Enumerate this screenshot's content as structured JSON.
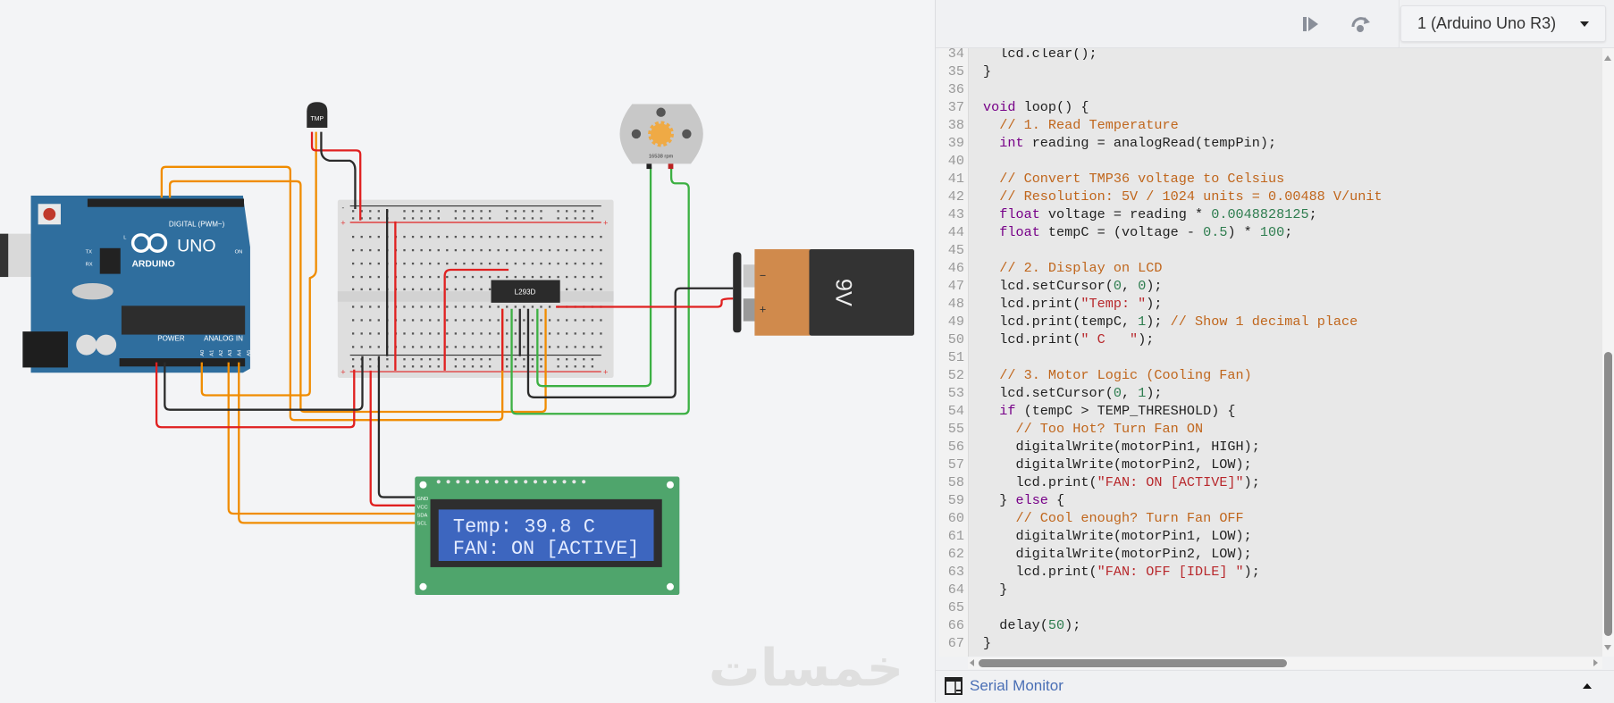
{
  "colors": {
    "canvas_bg": "#f3f4f6",
    "arduino_blue": "#2f6e9e",
    "lcd_green": "#4fa56c",
    "lcd_blue": "#3d66bf",
    "wire_orange": "#f08c00",
    "wire_red": "#e02020",
    "wire_black": "#2b2b2b",
    "wire_green": "#3cb043",
    "battery_orange": "#d08a4c"
  },
  "circuit": {
    "arduino": {
      "logo": "ARDUINO",
      "model": "UNO",
      "digital_label": "DIGITAL (PWM~)",
      "power_label": "POWER",
      "analog_label": "ANALOG IN",
      "on_label": "ON",
      "tx": "TX",
      "rx": "RX",
      "l": "L",
      "analog_pins": [
        "A0",
        "A1",
        "A2",
        "A3",
        "A4",
        "A5"
      ]
    },
    "sensor": {
      "label": "TMP"
    },
    "driver": {
      "label": "L293D"
    },
    "motor": {
      "rpm": "16538 rpm",
      "icon": "gear-icon"
    },
    "battery": {
      "voltage": "9V",
      "minus": "−",
      "plus": "+"
    },
    "breadboard": {
      "minus": "-",
      "plus": "+"
    },
    "lcd": {
      "line1": "Temp: 39.8 C",
      "line2": "FAN: ON [ACTIVE]",
      "pins": [
        "GND",
        "VCC",
        "SDA",
        "SCL"
      ]
    },
    "watermark": "خمسات"
  },
  "toolbar": {
    "step_icon": "step-forward-icon",
    "restart_icon": "restart-icon",
    "device": "1 (Arduino Uno R3)"
  },
  "code": {
    "lines": [
      {
        "n": "34",
        "t": [
          [
            "p",
            "  lcd.clear();"
          ]
        ]
      },
      {
        "n": "35",
        "t": [
          [
            "p",
            "}"
          ]
        ]
      },
      {
        "n": "36",
        "t": []
      },
      {
        "n": "37",
        "t": [
          [
            "k",
            "void"
          ],
          [
            "p",
            " loop() {"
          ]
        ]
      },
      {
        "n": "38",
        "t": [
          [
            "p",
            "  "
          ],
          [
            "c",
            "// 1. Read Temperature"
          ]
        ]
      },
      {
        "n": "39",
        "t": [
          [
            "p",
            "  "
          ],
          [
            "k",
            "int"
          ],
          [
            "p",
            " reading = analogRead(tempPin);"
          ]
        ]
      },
      {
        "n": "40",
        "t": []
      },
      {
        "n": "41",
        "t": [
          [
            "p",
            "  "
          ],
          [
            "c",
            "// Convert TMP36 voltage to Celsius"
          ]
        ]
      },
      {
        "n": "42",
        "t": [
          [
            "p",
            "  "
          ],
          [
            "c",
            "// Resolution: 5V / 1024 units = 0.00488 V/unit"
          ]
        ]
      },
      {
        "n": "43",
        "t": [
          [
            "p",
            "  "
          ],
          [
            "k",
            "float"
          ],
          [
            "p",
            " voltage = reading * "
          ],
          [
            "n",
            "0.0048828125"
          ],
          [
            "p",
            ";"
          ]
        ]
      },
      {
        "n": "44",
        "t": [
          [
            "p",
            "  "
          ],
          [
            "k",
            "float"
          ],
          [
            "p",
            " tempC = (voltage - "
          ],
          [
            "n",
            "0.5"
          ],
          [
            "p",
            ") * "
          ],
          [
            "n",
            "100"
          ],
          [
            "p",
            ";"
          ]
        ]
      },
      {
        "n": "45",
        "t": []
      },
      {
        "n": "46",
        "t": [
          [
            "p",
            "  "
          ],
          [
            "c",
            "// 2. Display on LCD"
          ]
        ]
      },
      {
        "n": "47",
        "t": [
          [
            "p",
            "  lcd.setCursor("
          ],
          [
            "n",
            "0"
          ],
          [
            "p",
            ", "
          ],
          [
            "n",
            "0"
          ],
          [
            "p",
            ");"
          ]
        ]
      },
      {
        "n": "48",
        "t": [
          [
            "p",
            "  lcd.print("
          ],
          [
            "s",
            "\"Temp: \""
          ],
          [
            "p",
            ");"
          ]
        ]
      },
      {
        "n": "49",
        "t": [
          [
            "p",
            "  lcd.print(tempC, "
          ],
          [
            "n",
            "1"
          ],
          [
            "p",
            "); "
          ],
          [
            "c",
            "// Show 1 decimal place"
          ]
        ]
      },
      {
        "n": "50",
        "t": [
          [
            "p",
            "  lcd.print("
          ],
          [
            "s",
            "\" C   \""
          ],
          [
            "p",
            ");"
          ]
        ]
      },
      {
        "n": "51",
        "t": []
      },
      {
        "n": "52",
        "t": [
          [
            "p",
            "  "
          ],
          [
            "c",
            "// 3. Motor Logic (Cooling Fan)"
          ]
        ]
      },
      {
        "n": "53",
        "t": [
          [
            "p",
            "  lcd.setCursor("
          ],
          [
            "n",
            "0"
          ],
          [
            "p",
            ", "
          ],
          [
            "n",
            "1"
          ],
          [
            "p",
            ");"
          ]
        ]
      },
      {
        "n": "54",
        "t": [
          [
            "p",
            "  "
          ],
          [
            "k",
            "if"
          ],
          [
            "p",
            " (tempC > TEMP_THRESHOLD) {"
          ]
        ]
      },
      {
        "n": "55",
        "t": [
          [
            "p",
            "    "
          ],
          [
            "c",
            "// Too Hot? Turn Fan ON"
          ]
        ]
      },
      {
        "n": "56",
        "t": [
          [
            "p",
            "    digitalWrite(motorPin1, HIGH);"
          ]
        ]
      },
      {
        "n": "57",
        "t": [
          [
            "p",
            "    digitalWrite(motorPin2, LOW);"
          ]
        ]
      },
      {
        "n": "58",
        "t": [
          [
            "p",
            "    lcd.print("
          ],
          [
            "s",
            "\"FAN: ON [ACTIVE]\""
          ],
          [
            "p",
            ");"
          ]
        ]
      },
      {
        "n": "59",
        "t": [
          [
            "p",
            "  } "
          ],
          [
            "k",
            "else"
          ],
          [
            "p",
            " {"
          ]
        ]
      },
      {
        "n": "60",
        "t": [
          [
            "p",
            "    "
          ],
          [
            "c",
            "// Cool enough? Turn Fan OFF"
          ]
        ]
      },
      {
        "n": "61",
        "t": [
          [
            "p",
            "    digitalWrite(motorPin1, LOW);"
          ]
        ]
      },
      {
        "n": "62",
        "t": [
          [
            "p",
            "    digitalWrite(motorPin2, LOW);"
          ]
        ]
      },
      {
        "n": "63",
        "t": [
          [
            "p",
            "    lcd.print("
          ],
          [
            "s",
            "\"FAN: OFF [IDLE] \""
          ],
          [
            "p",
            ");"
          ]
        ]
      },
      {
        "n": "64",
        "t": [
          [
            "p",
            "  }"
          ]
        ]
      },
      {
        "n": "65",
        "t": []
      },
      {
        "n": "66",
        "t": [
          [
            "p",
            "  delay("
          ],
          [
            "n",
            "50"
          ],
          [
            "p",
            ");"
          ]
        ]
      },
      {
        "n": "67",
        "t": [
          [
            "p",
            "}"
          ]
        ]
      }
    ]
  },
  "serial_monitor": {
    "label": "Serial Monitor",
    "icon": "serial-monitor-icon"
  }
}
